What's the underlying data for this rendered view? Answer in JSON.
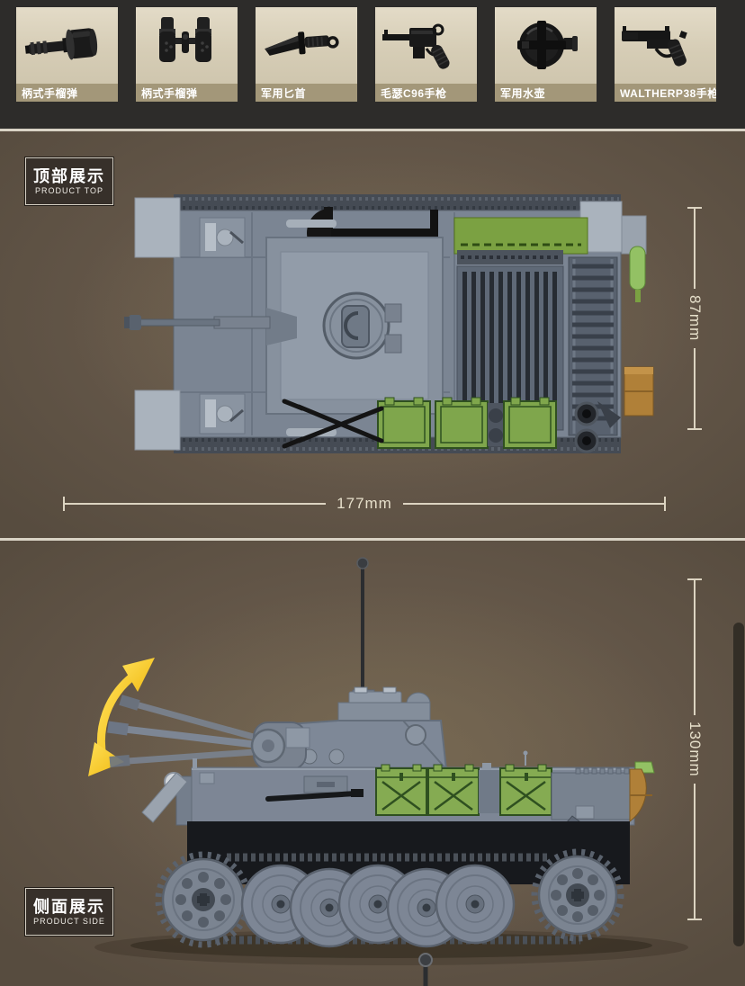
{
  "accessory_bar": {
    "items": [
      {
        "label": "柄式手榴弹",
        "icon": "stick-grenade"
      },
      {
        "label": "柄式手榴弹",
        "icon": "binoculars"
      },
      {
        "label": "军用匕首",
        "icon": "military-dagger"
      },
      {
        "label": "毛瑟C96手枪",
        "icon": "mauser-c96-pistol"
      },
      {
        "label": "军用水壶",
        "icon": "canteen"
      },
      {
        "label": "WALTHERP38手枪",
        "icon": "walther-p38-pistol"
      }
    ]
  },
  "sections": {
    "top_view": {
      "title_zh": "顶部展示",
      "title_en": "PRODUCT TOP",
      "dim_height": "87mm",
      "dim_width": "177mm"
    },
    "side_view": {
      "title_zh": "侧面展示",
      "title_en": "PRODUCT SIDE",
      "dim_height": "130mm"
    }
  },
  "colors": {
    "background_brown": "#5e5244",
    "bar_black": "#2d2c2a",
    "tile_bg": "#d6cdb6",
    "tile_label_bg": "#a39779",
    "dimension_line": "#dcd4c1",
    "tank_gray": "#7d8695",
    "track_gray": "#4a5058",
    "accent_green": "#82a94f",
    "light_green": "#93c164",
    "accent_tan": "#b08038",
    "arrow_yellow": "#f5c41a",
    "label_box_bg": "#37302a"
  }
}
